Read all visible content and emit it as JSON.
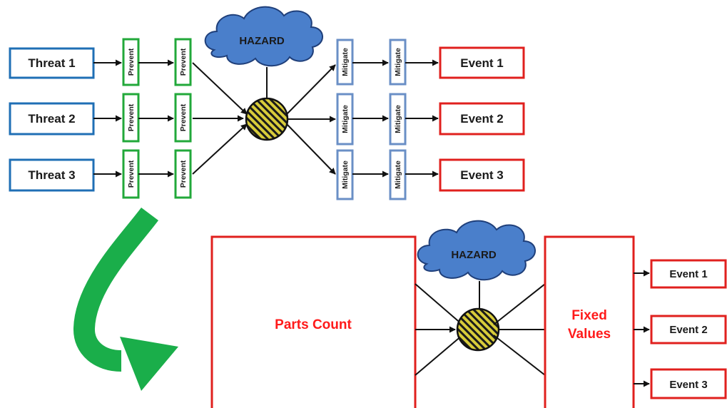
{
  "top": {
    "threats": [
      "Threat 1",
      "Threat 2",
      "Threat 3"
    ],
    "prevent_label": "Prevent",
    "mitigate_label": "Mitigate",
    "hazard_label": "HAZARD",
    "events": [
      "Event 1",
      "Event 2",
      "Event 3"
    ]
  },
  "bottom": {
    "parts_count_label": "Parts Count",
    "hazard_label": "HAZARD",
    "fixed_values_line1": "Fixed",
    "fixed_values_line2": "Values",
    "events": [
      "Event 1",
      "Event 2",
      "Event 3"
    ]
  },
  "colors": {
    "threat_border": "#1f6fb5",
    "prevent_border": "#22a83a",
    "mitigate_border": "#6a8fc6",
    "event_border": "#e0201e",
    "hazard_fill": "#4a7fcb",
    "knot_fill": "#d8cc3a",
    "big_arrow": "#1aae4a"
  }
}
